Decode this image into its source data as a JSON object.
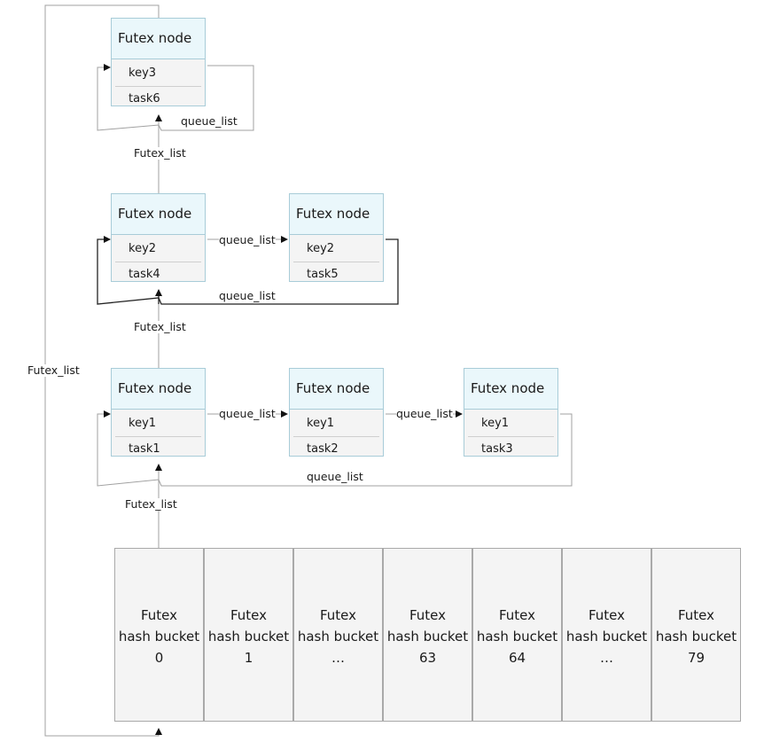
{
  "nodes": [
    {
      "title": "Futex node",
      "key": "key3",
      "task": "task6"
    },
    {
      "title": "Futex node",
      "key": "key2",
      "task": "task4"
    },
    {
      "title": "Futex node",
      "key": "key2",
      "task": "task5"
    },
    {
      "title": "Futex node",
      "key": "key1",
      "task": "task1"
    },
    {
      "title": "Futex node",
      "key": "key1",
      "task": "task2"
    },
    {
      "title": "Futex node",
      "key": "key1",
      "task": "task3"
    }
  ],
  "labels": {
    "queue_list": "queue_list",
    "futex_list": "Futex_list"
  },
  "buckets": [
    {
      "line1": "Futex",
      "line2": "hash bucket",
      "line3": "0"
    },
    {
      "line1": "Futex",
      "line2": "hash bucket",
      "line3": "1"
    },
    {
      "line1": "Futex",
      "line2": "hash bucket",
      "line3": "…"
    },
    {
      "line1": "Futex",
      "line2": "hash bucket",
      "line3": "63"
    },
    {
      "line1": "Futex",
      "line2": "hash bucket",
      "line3": "64"
    },
    {
      "line1": "Futex",
      "line2": "hash bucket",
      "line3": "…"
    },
    {
      "line1": "Futex",
      "line2": "hash bucket",
      "line3": "79"
    }
  ]
}
